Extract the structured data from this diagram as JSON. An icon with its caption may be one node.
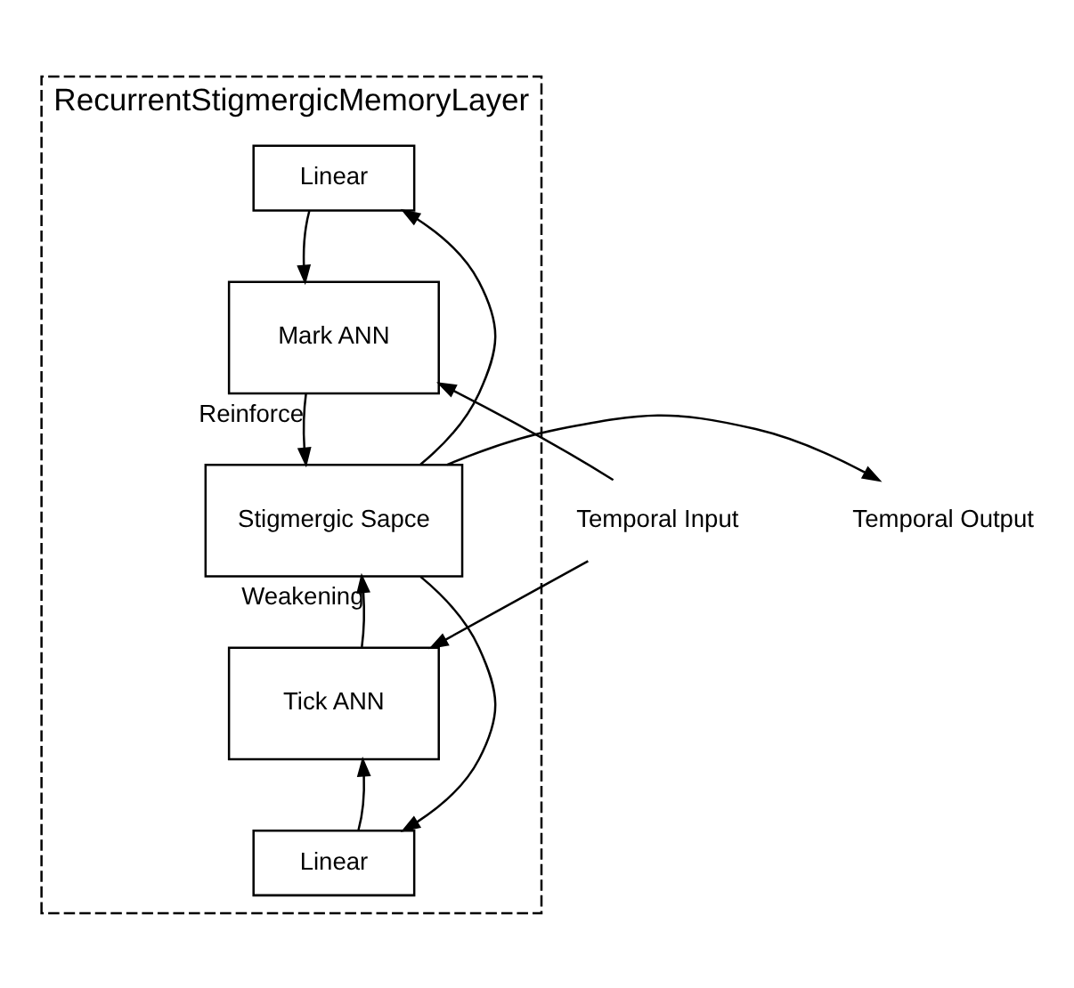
{
  "diagram": {
    "nodes": [
      {
        "text": [
          "RecurrentStigmergicMemoryLayer"
        ]
      },
      {
        "text": [
          "Linear"
        ],
        "in": 0
      },
      {
        "text": [
          "Mark ANN"
        ],
        "in": 0
      },
      {
        "text": [
          "Stigmergic Sapce"
        ],
        "in": 0
      },
      {
        "text": [
          "Tick ANN"
        ],
        "in": 0
      },
      {
        "text": [
          "Linear"
        ],
        "in": 0
      },
      {
        "text": [
          "Temporal Input"
        ]
      },
      {
        "text": [
          "Temporal Output"
        ]
      }
    ],
    "edges": [
      {
        "from": 1,
        "to": 2,
        "arrow": "to"
      },
      {
        "from": 2,
        "to": 3,
        "label": "Reinforce",
        "arrow": "to"
      },
      {
        "from": 4,
        "to": 3,
        "label": "Weakening",
        "arrow": "to"
      },
      {
        "from": 5,
        "to": 4,
        "arrow": "to"
      },
      {
        "from": 6,
        "to": 2,
        "arrow": "to"
      },
      {
        "from": 6,
        "to": 4,
        "arrow": "to"
      },
      {
        "from": 3,
        "to": 7,
        "arrow": "to"
      },
      {
        "from": 3,
        "to": 1,
        "arrow": "to"
      },
      {
        "from": 3,
        "to": 5,
        "arrow": "to"
      }
    ]
  }
}
